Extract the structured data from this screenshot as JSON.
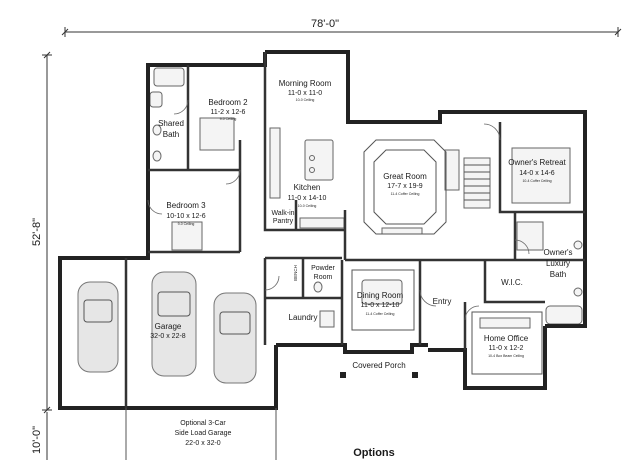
{
  "dimensions": {
    "overall_width": "78'-0\"",
    "overall_depth": "52'-8\"",
    "option_depth": "10'-0\""
  },
  "rooms": {
    "morning_room": {
      "name": "Morning Room",
      "size": "11-0 x 11-0",
      "ceiling": "10-0 Ceiling"
    },
    "bedroom2": {
      "name": "Bedroom 2",
      "size": "11-2 x 12-6",
      "ceiling": "9-0 Ceiling"
    },
    "shared_bath": {
      "line1": "Shared",
      "line2": "Bath"
    },
    "great_room": {
      "name": "Great Room",
      "size": "17-7 x 19-9",
      "ceiling": "11-4 Coffer Ceiling"
    },
    "owners_retreat": {
      "name": "Owner's Retreat",
      "size": "14-0 x 14-6",
      "ceiling": "10-4 Coffer Ceiling"
    },
    "kitchen": {
      "name": "Kitchen",
      "size": "11-0 x 14-10",
      "ceiling": "10-0 Ceiling"
    },
    "walkin_pantry": {
      "line1": "Walk-in",
      "line2": "Pantry"
    },
    "bedroom3": {
      "name": "Bedroom 3",
      "size": "10-10 x 12-6",
      "ceiling": "9-0 Ceiling"
    },
    "owners_bath": {
      "line1": "Owner's",
      "line2": "Luxury",
      "line3": "Bath"
    },
    "powder": {
      "line1": "Powder",
      "line2": "Room"
    },
    "bench": {
      "label": "BENCH"
    },
    "wic": {
      "name": "W.I.C."
    },
    "dining_room": {
      "name": "Dining Room",
      "size": "11-0 x 12-10",
      "ceiling": "11-4 Coffer Ceiling"
    },
    "entry": {
      "name": "Entry"
    },
    "garage": {
      "name": "Garage",
      "size": "32-0 x 22-8"
    },
    "laundry": {
      "name": "Laundry"
    },
    "home_office": {
      "name": "Home Office",
      "size": "11-0 x 12-2",
      "ceiling": "10-4 Box Beam Ceiling"
    },
    "covered_porch": {
      "name": "Covered Porch"
    }
  },
  "options": {
    "garage_line1": "Optional 3-Car",
    "garage_line2": "Side Load Garage",
    "garage_size": "22-0 x 32-0",
    "heading": "Options"
  }
}
